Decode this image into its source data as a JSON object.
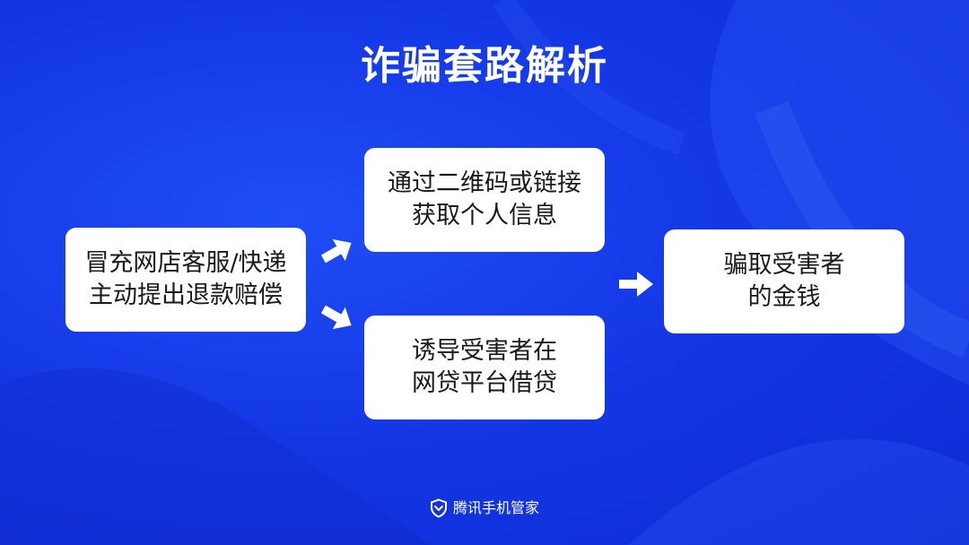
{
  "title": "诈骗套路解析",
  "nodes": {
    "start": "冒充网店客服/快递\n主动提出退款赔偿",
    "top": "通过二维码或链接\n获取个人信息",
    "bottom": "诱导受害者在\n网贷平台借贷",
    "end": "骗取受害者\n的金钱"
  },
  "footer": {
    "icon": "shield-icon",
    "brand": "腾讯手机管家"
  },
  "colors": {
    "background": "#1438e6",
    "box": "#ffffff",
    "text": "#1a1a1a",
    "arrow": "#ffffff"
  }
}
